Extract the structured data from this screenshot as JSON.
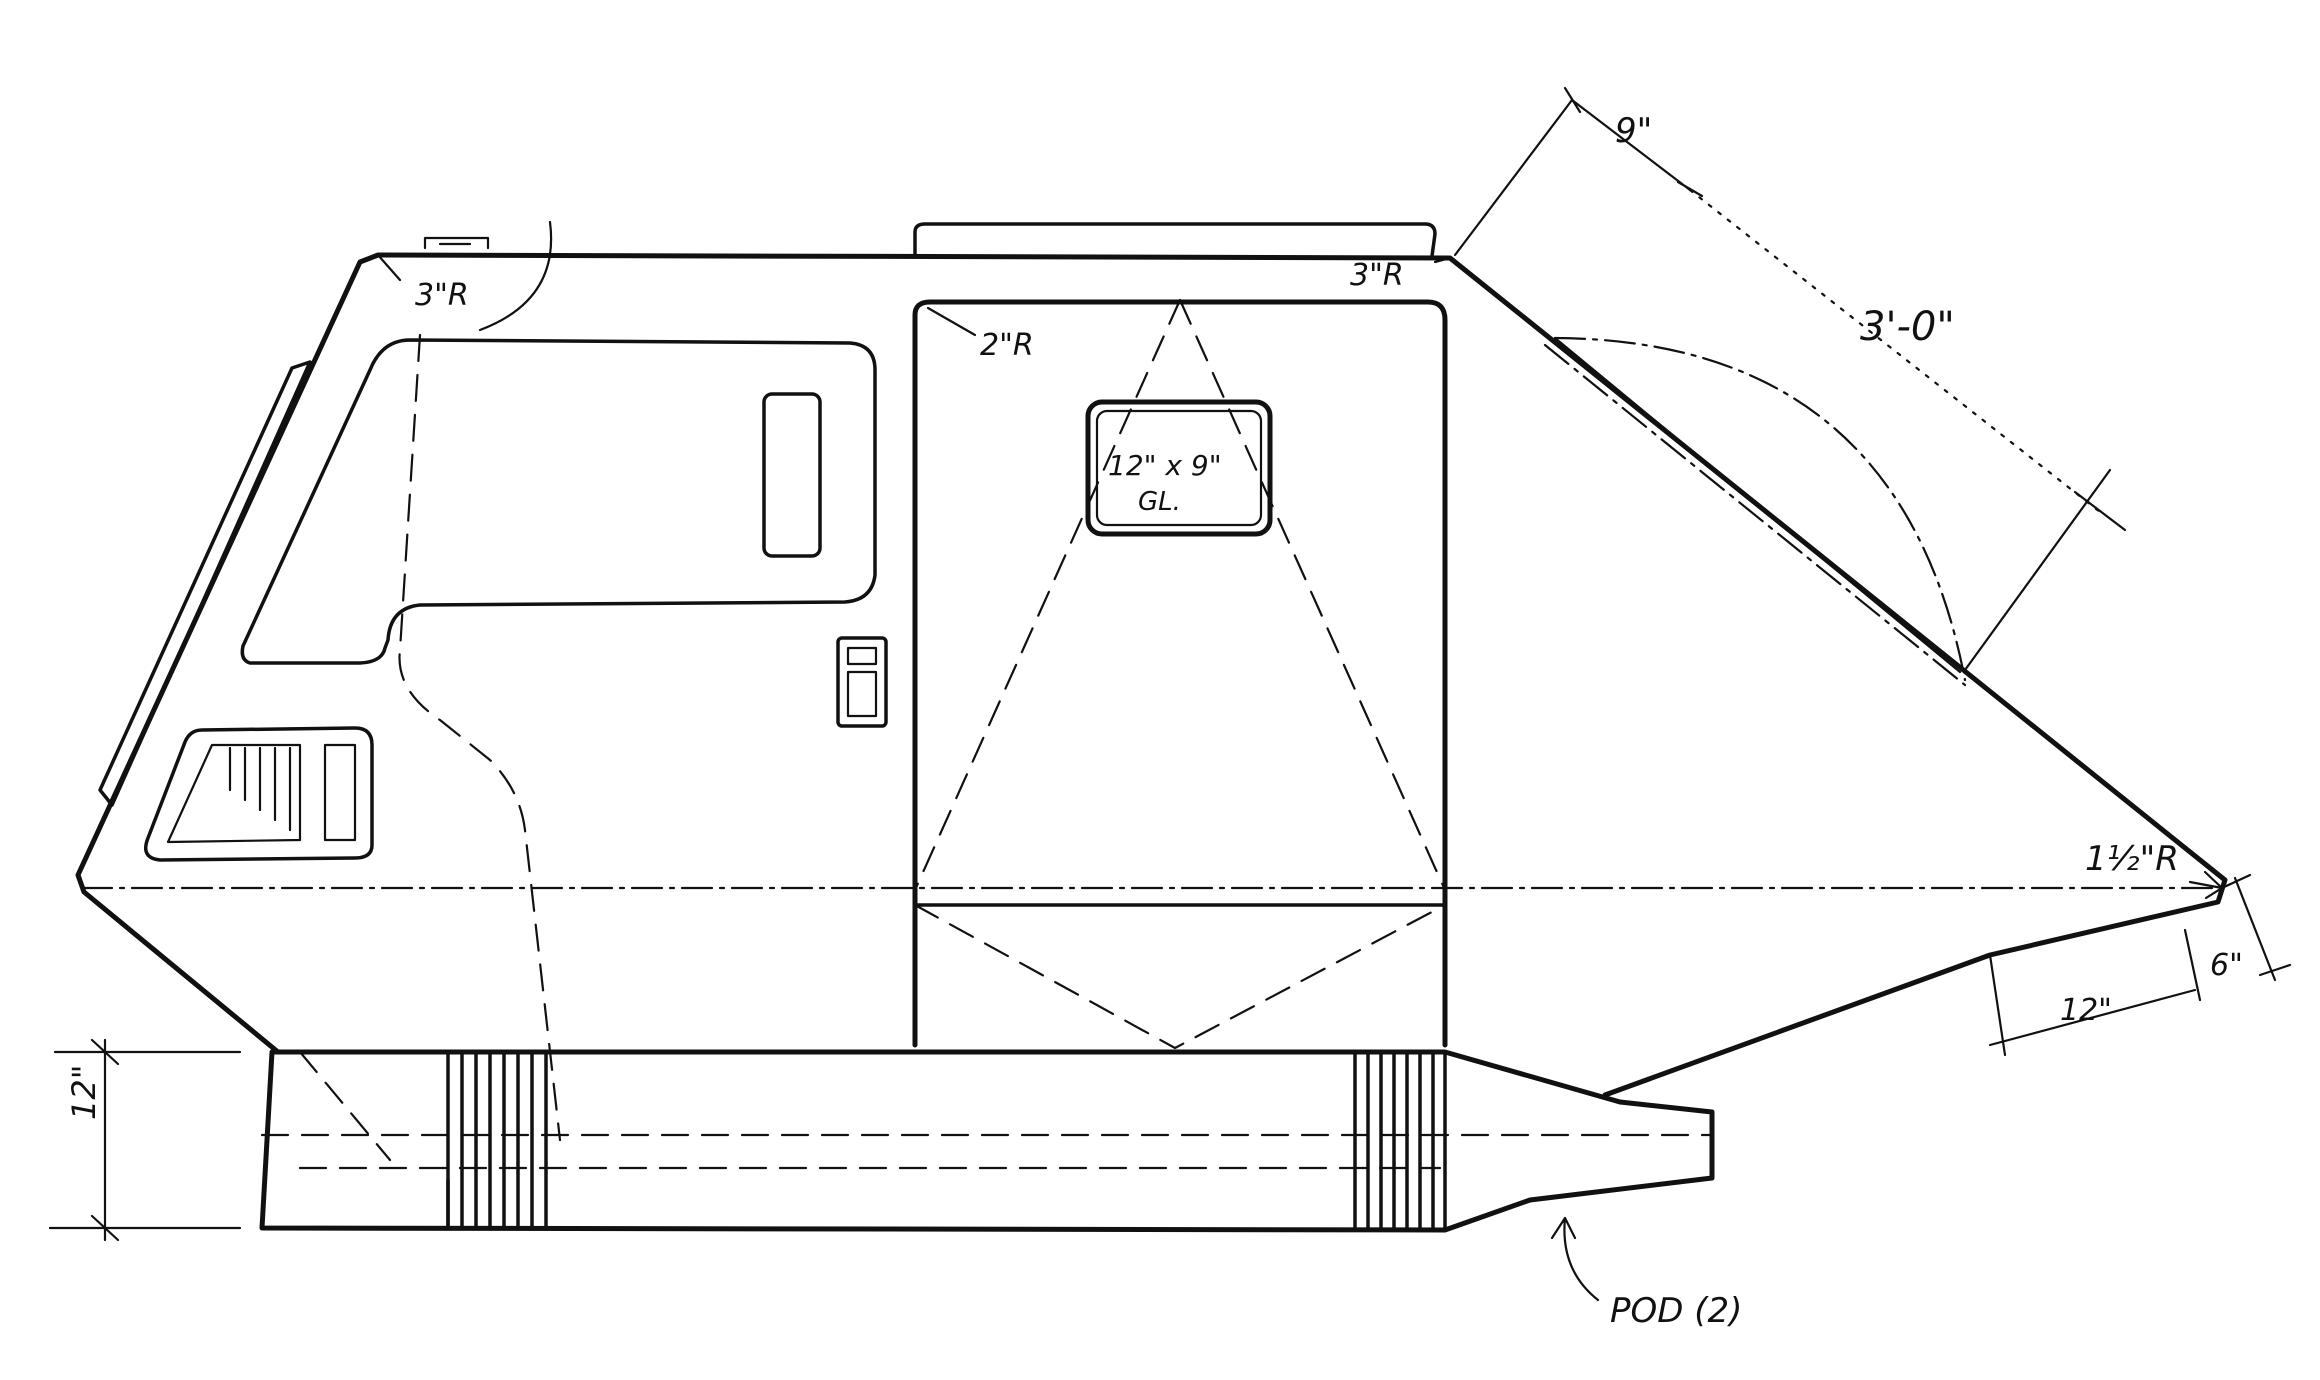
{
  "drawing": {
    "labels": {
      "top_left_radius": "3\"R",
      "top_right_radius": "3\"R",
      "door_radius": "2\"R",
      "window_size_line1": "12\" x 9\"",
      "window_size_line2": "GL.",
      "nose_radius": "1½\"R",
      "dim_9in": "9\"",
      "dim_3ft": "3'-0\"",
      "dim_6in": "6\"",
      "dim_12in_nose": "12\"",
      "dim_12in_pod": "12\"",
      "pod_label": "POD (2)"
    }
  }
}
